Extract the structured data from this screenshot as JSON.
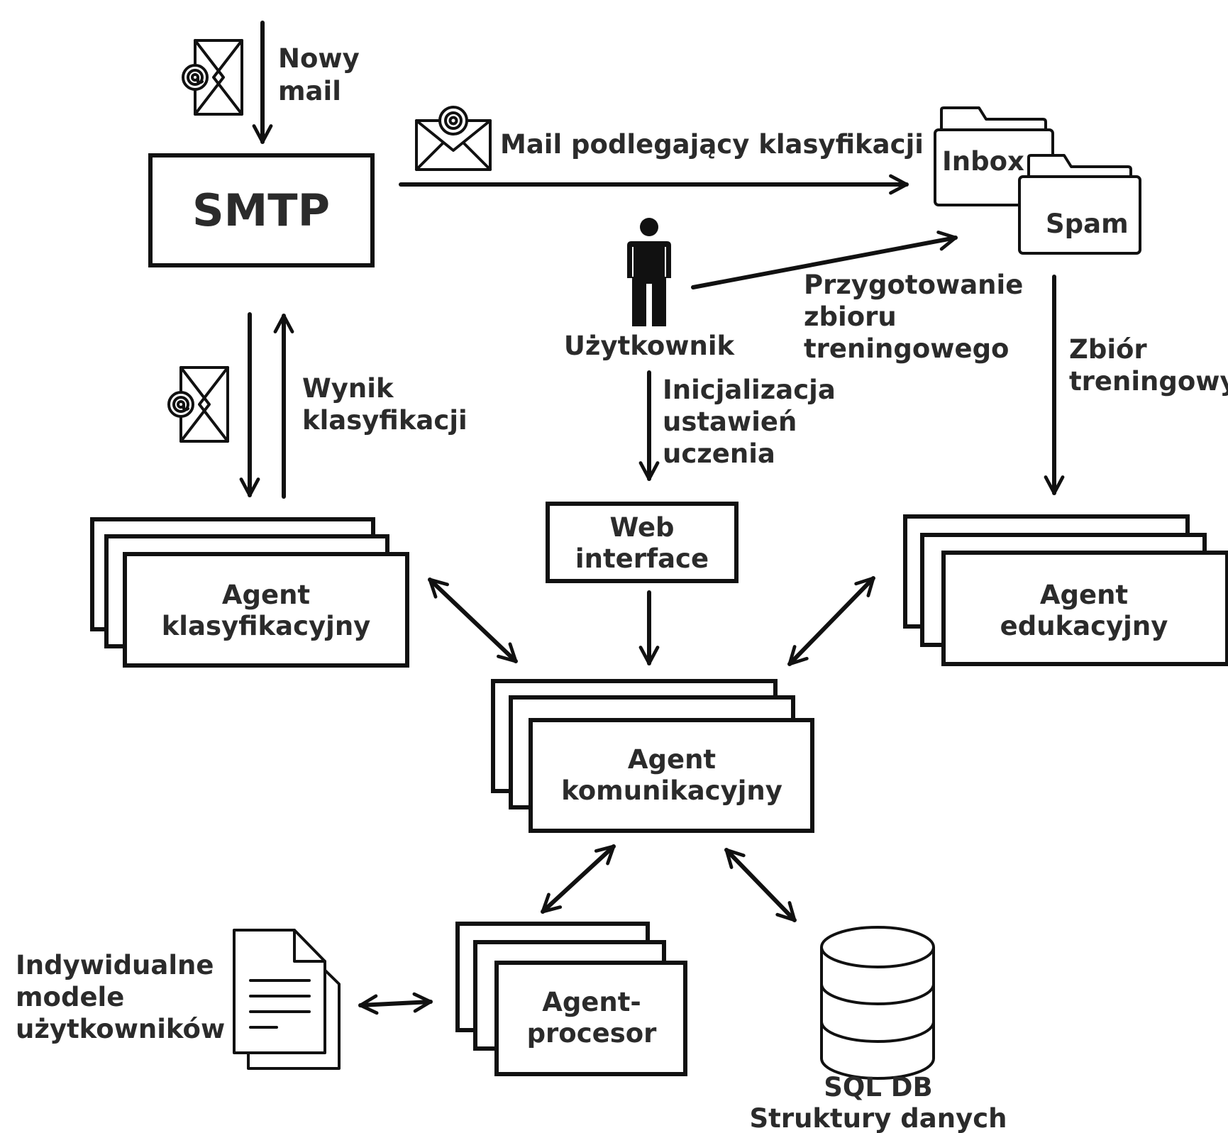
{
  "labels": {
    "new_mail_1": "Nowy",
    "new_mail_2": "mail",
    "smtp": "SMTP",
    "mail_to_classify": "Mail podlegający klasyfikacji",
    "inbox": "Inbox",
    "spam": "Spam",
    "user": "Użytkownik",
    "training_prep_1": "Przygotowanie",
    "training_prep_2": "zbioru",
    "training_prep_3": "treningowego",
    "training_set_1": "Zbiór",
    "training_set_2": "treningowy",
    "result_1": "Wynik",
    "result_2": "klasyfikacji",
    "init_1": "Inicjalizacja",
    "init_2": "ustawień",
    "init_3": "uczenia",
    "web_1": "Web",
    "web_2": "interface",
    "agent_class_1": "Agent",
    "agent_class_2": "klasyfikacyjny",
    "agent_edu_1": "Agent",
    "agent_edu_2": "edukacyjny",
    "agent_comm_1": "Agent",
    "agent_comm_2": "komunikacyjny",
    "agent_proc_1": "Agent-",
    "agent_proc_2": "procesor",
    "models_1": "Indywidualne",
    "models_2": "modele",
    "models_3": "użytkowników",
    "db_1": "SQL DB",
    "db_2": "Struktury danych"
  },
  "icons": {
    "envelope": "envelope-at-icon",
    "folder": "folder-icon",
    "person": "person-icon",
    "document": "document-icon",
    "database": "database-icon"
  },
  "colors": {
    "stroke": "#111111",
    "text": "#2b2b2b",
    "background": "#ffffff"
  }
}
